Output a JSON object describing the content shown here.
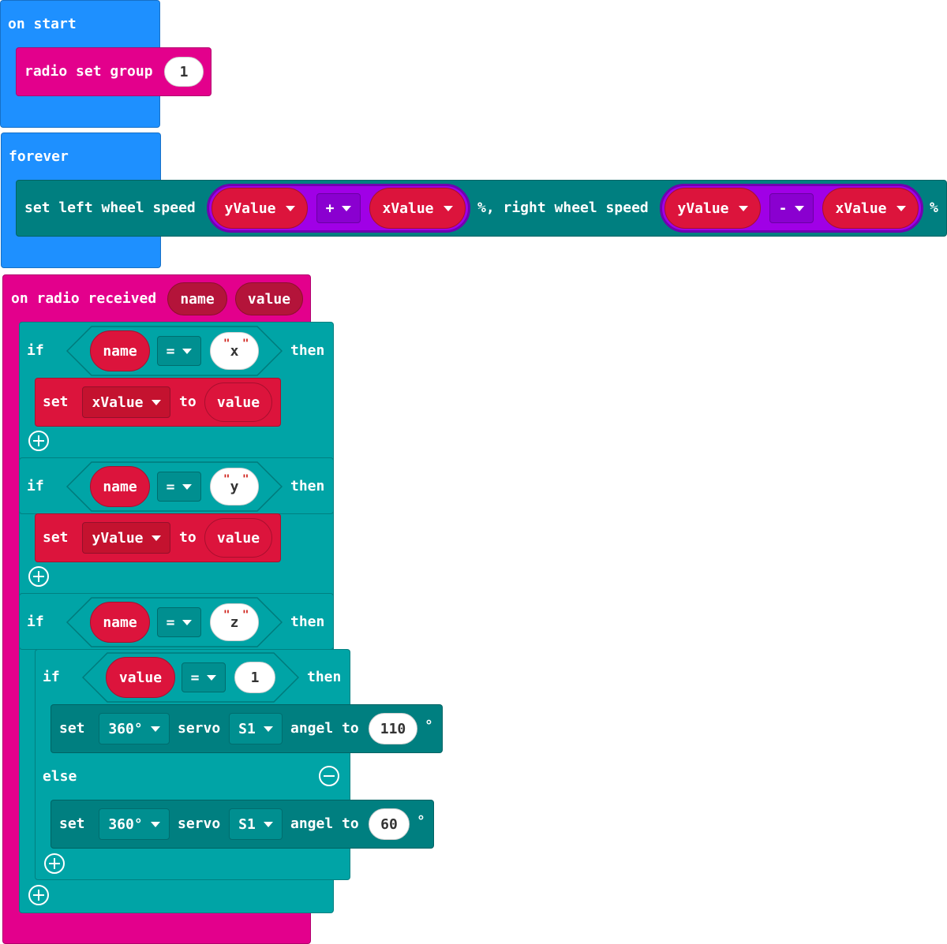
{
  "on_start": {
    "header": "on start",
    "radio_set_group": {
      "label": "radio set group",
      "value": "1"
    }
  },
  "forever": {
    "header": "forever",
    "wheel_block": {
      "label_left": "set left wheel speed",
      "left_a": "yValue",
      "left_op": "+",
      "left_b": "xValue",
      "label_mid": "%, right wheel speed",
      "right_a": "yValue",
      "right_op": "-",
      "right_b": "xValue",
      "label_end": "%"
    }
  },
  "on_radio": {
    "header": "on radio received",
    "param_name": "name",
    "param_value": "value",
    "if1": {
      "kw_if": "if",
      "var": "name",
      "op": "=",
      "value": "x",
      "kw_then": "then",
      "set": {
        "kw_set": "set",
        "var": "xValue",
        "kw_to": "to",
        "value": "value"
      }
    },
    "if2": {
      "kw_if": "if",
      "var": "name",
      "op": "=",
      "value": "y",
      "kw_then": "then",
      "set": {
        "kw_set": "set",
        "var": "yValue",
        "kw_to": "to",
        "value": "value"
      }
    },
    "if3": {
      "kw_if": "if",
      "var": "name",
      "op": "=",
      "value": "z",
      "kw_then": "then",
      "inner": {
        "kw_if": "if",
        "var": "value",
        "op": "=",
        "value": "1",
        "kw_then": "then",
        "set_then": {
          "kw_set": "set",
          "mode": "360°",
          "kw_servo": "servo",
          "port": "S1",
          "kw_angel": "angel to",
          "angle": "110",
          "unit": "°"
        },
        "kw_else": "else",
        "set_else": {
          "kw_set": "set",
          "mode": "360°",
          "kw_servo": "servo",
          "port": "S1",
          "kw_angel": "angel to",
          "angle": "60",
          "unit": "°"
        }
      }
    }
  },
  "colors": {
    "event_blue": "#1e90ff",
    "radio_magenta": "#e3008c",
    "logic_teal": "#00a4a6",
    "servo_teal": "#007f80",
    "variable_red": "#dc143c",
    "math_purple": "#a000e6"
  }
}
